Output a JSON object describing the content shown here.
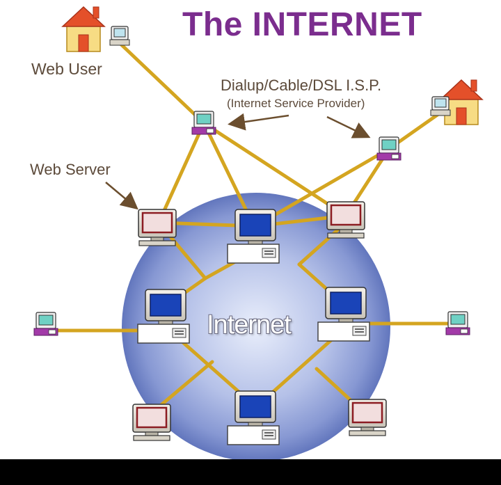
{
  "title": "The INTERNET",
  "labels": {
    "web_user": "Web User",
    "isp_line1": "Dialup/Cable/DSL I.S.P.",
    "isp_line2": "(Internet Service Provider)",
    "web_server": "Web Server",
    "internet": "Internet"
  },
  "colors": {
    "title": "#7b2d8e",
    "label_text": "#5c4a3a",
    "cable": "#d4a520",
    "globe": "#7f92cf",
    "screen_blue": "#1a44b8",
    "house_roof": "#e4502a",
    "isp_terminal": "#a23aa8"
  }
}
